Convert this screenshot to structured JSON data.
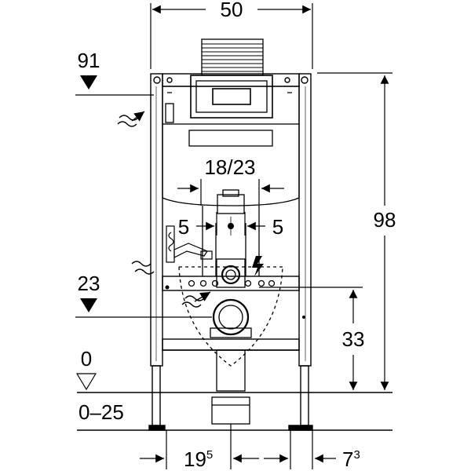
{
  "diagram": {
    "dimensions": {
      "width_top": "50",
      "height_total": "98",
      "level_top_marker": "91",
      "level_mid_marker": "23",
      "level_zero_marker": "0",
      "floor_range": "0–25",
      "connector_spacing": "18/23",
      "offset_left": "5",
      "offset_right": "5",
      "height_connection": "33",
      "bottom_left_base": "19",
      "bottom_left_sup": "5",
      "bottom_right_base": "7",
      "bottom_right_sup": "3"
    },
    "icons": {
      "water_supply": "wavy-arrow-icon",
      "electrical": "lightning-bolt-icon"
    }
  }
}
